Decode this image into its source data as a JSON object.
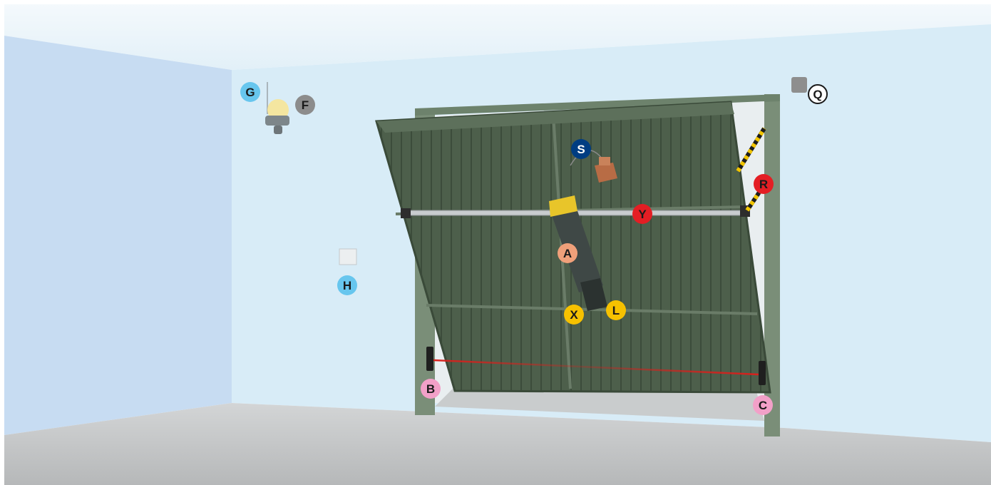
{
  "markers": {
    "A": {
      "label": "A",
      "color": "#f0a07a",
      "text_color": "#1a1a1a",
      "component": "motor-operator"
    },
    "B": {
      "label": "B",
      "color": "#f2a0c8",
      "text_color": "#1a1a1a",
      "component": "photocell-left"
    },
    "C": {
      "label": "C",
      "color": "#f2a0c8",
      "text_color": "#1a1a1a",
      "component": "photocell-right"
    },
    "F": {
      "label": "F",
      "color": "#8c8c8c",
      "text_color": "#1a1a1a",
      "component": "flashing-light"
    },
    "G": {
      "label": "G",
      "color": "#67c6ee",
      "text_color": "#1a1a1a",
      "component": "antenna"
    },
    "H": {
      "label": "H",
      "color": "#67c6ee",
      "text_color": "#1a1a1a",
      "component": "key-selector"
    },
    "L": {
      "label": "L",
      "color": "#f6c100",
      "text_color": "#1a1a1a",
      "component": "release-lever"
    },
    "Q": {
      "label": "Q",
      "color": "#ffffff",
      "text_color": "#1a1a1a",
      "component": "junction-box"
    },
    "R": {
      "label": "R",
      "color": "#e41e24",
      "text_color": "#1a1a1a",
      "component": "safety-edge"
    },
    "S": {
      "label": "S",
      "color": "#003d82",
      "text_color": "#ffffff",
      "component": "lock-release"
    },
    "X": {
      "label": "X",
      "color": "#f6c100",
      "text_color": "#1a1a1a",
      "component": "control-unit"
    },
    "Y": {
      "label": "Y",
      "color": "#e41e24",
      "text_color": "#1a1a1a",
      "component": "drive-shaft"
    }
  },
  "colors": {
    "ceiling": "#eaf4f9",
    "back_wall": "#d8ecf7",
    "left_wall": "#c7dcf2",
    "floor": "#c4c6c7",
    "door_panel": "#4b5d49",
    "door_frame": "#7a8e78",
    "beam": "#d8201c"
  }
}
